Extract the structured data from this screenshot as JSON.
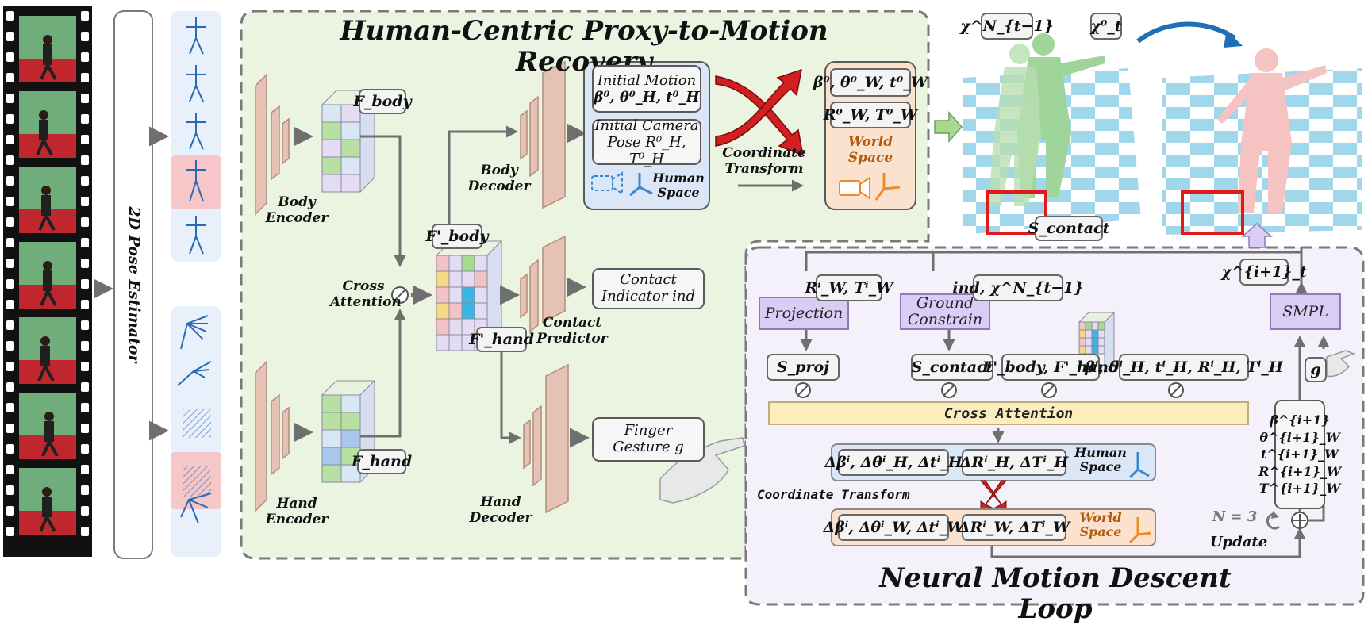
{
  "titles": {
    "recovery": "Human-Centric Proxy-to-Motion Recovery",
    "loop": "Neural Motion Descent Loop",
    "pose_estimator": "2D Pose Estimator"
  },
  "encoders": {
    "body_encoder": "Body Encoder",
    "hand_encoder": "Hand Encoder",
    "f_body": "F_body",
    "f_hand": "F_hand",
    "cross_attention": "Cross Attention",
    "f_body_prime": "F'_body",
    "f_hand_prime": "F'_hand"
  },
  "decoders": {
    "body_decoder": "Body Decoder",
    "contact_predictor": "Contact Predictor",
    "hand_decoder": "Hand Decoder"
  },
  "outputs": {
    "initial_motion": "Initial Motion",
    "initial_motion_math": "β⁰, θ⁰_H, t⁰_H",
    "initial_camera": "Initial Camera",
    "initial_camera_pose": "Pose R⁰_H, T⁰_H",
    "human_space": "Human Space",
    "contact_indicator": "Contact Indicator ind",
    "finger_gesture": "Finger Gesture g"
  },
  "world": {
    "coordinate_transform": "Coordinate Transform",
    "math1": "β⁰, θ⁰_W, t⁰_W",
    "math2": "R⁰_W, T⁰_W",
    "world_space": "World Space"
  },
  "render": {
    "chi_prev": "χ^N_{t−1}",
    "chi_t0": "χ⁰_t",
    "s_contact": "S_contact"
  },
  "loop": {
    "chi_next": "χ^{i+1}_t",
    "projection": "Projection",
    "ground_constrain": "Ground Constrain",
    "smpl": "SMPL",
    "rw_tw": "Rⁱ_W, Tⁱ_W",
    "ind_chi": "ind, χ^N_{t−1}",
    "s_proj": "S_proj",
    "s_contact": "S_contact",
    "f_body_hand": "F'_body, F'_hand",
    "params": "βⁱ, θⁱ_H, tⁱ_H, Rⁱ_H, Tⁱ_H",
    "g": "g",
    "cross_attention": "Cross Attention",
    "delta_human_1": "Δβⁱ, Δθⁱ_H, Δtⁱ_H",
    "delta_human_2": "ΔRⁱ_H, ΔTⁱ_H",
    "human_space": "Human Space",
    "coordinate_transform": "Coordinate Transform",
    "delta_world_1": "Δβⁱ, Δθⁱ_W, Δtⁱ_W",
    "delta_world_2": "ΔRⁱ_W, ΔTⁱ_W",
    "world_space": "World Space",
    "update_params": [
      "β^{i+1}",
      "θ^{i+1}_W",
      "t^{i+1}_W",
      "R^{i+1}_W",
      "T^{i+1}_W"
    ],
    "n_equals": "N = 3",
    "update": "Update"
  },
  "colors": {
    "green_panel": "#eaf4e1",
    "purple_panel": "#f5f1fa",
    "encoder_block": "#e5c2b3",
    "human_space_box": "#dbe7f6",
    "world_space_box": "#fbe2cf",
    "cross_attention_bar": "#fbedbe",
    "accent_red": "#d21f1f",
    "accent_orange": "#f08a24",
    "accent_blue": "#3b87cf"
  }
}
